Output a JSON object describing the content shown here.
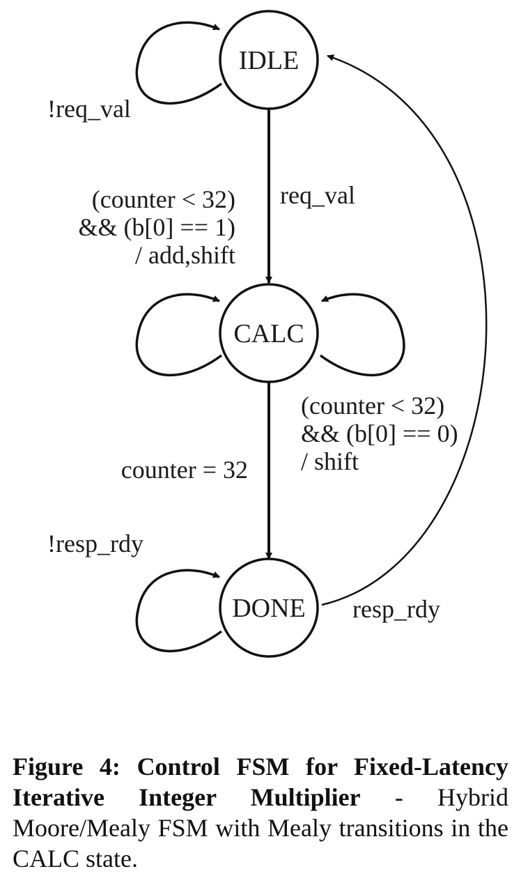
{
  "states": {
    "idle": "IDLE",
    "calc": "CALC",
    "done": "DONE"
  },
  "transitions": {
    "idle_self": "!req_val",
    "idle_to_calc": "req_val",
    "calc_self_left": [
      "(counter < 32)",
      "&& (b[0] == 1)",
      "/ add,shift"
    ],
    "calc_self_right": [
      "(counter < 32)",
      "&& (b[0] == 0)",
      "/ shift"
    ],
    "calc_to_done": "counter = 32",
    "done_self": "!resp_rdy",
    "done_to_idle": "resp_rdy"
  },
  "caption": {
    "label": "Figure 4:",
    "title": "Control FSM for Fixed-Latency Iterative Integer Multiplier",
    "body": "- Hybrid Moore/Mealy FSM with Mealy transitions in the CALC state."
  }
}
